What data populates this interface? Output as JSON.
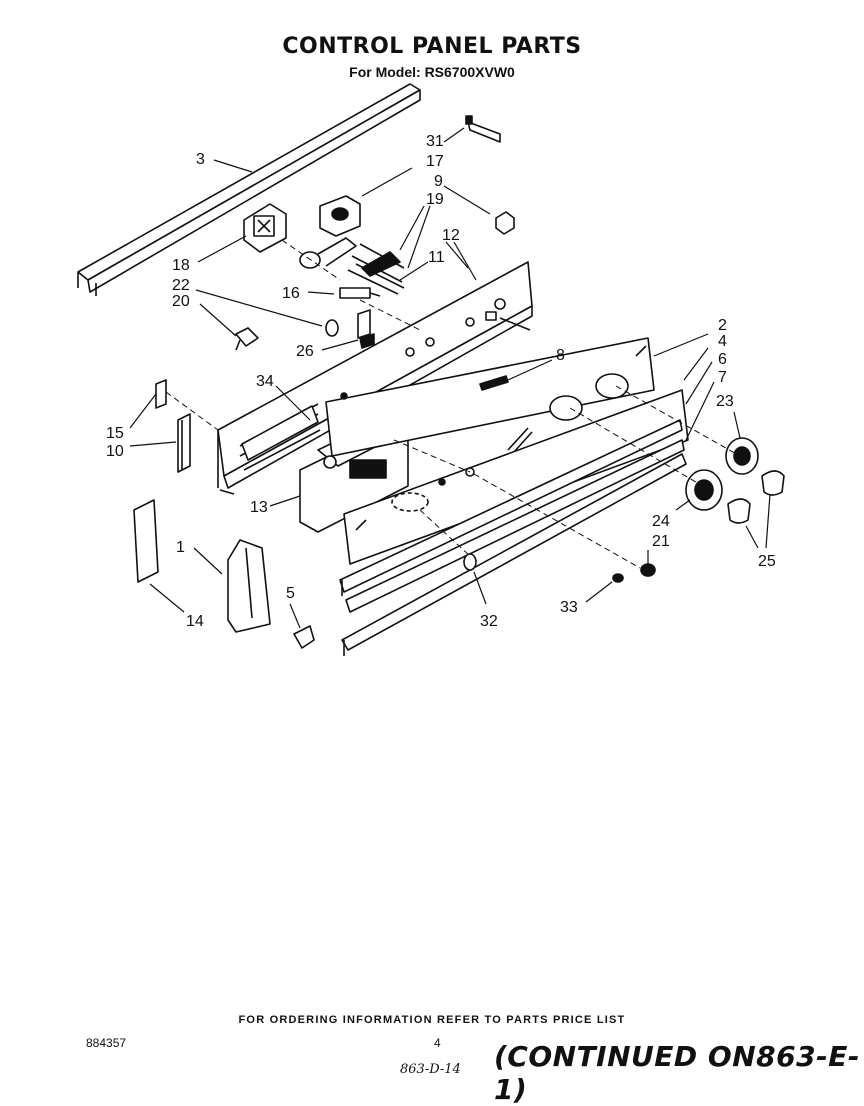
{
  "header": {
    "title": "CONTROL PANEL PARTS",
    "model_line": "For Model: RS6700XVW0"
  },
  "footer": {
    "ordering_note": "FOR ORDERING INFORMATION REFER TO PARTS PRICE LIST",
    "document_number": "884357",
    "page_number": "4",
    "handwritten_code": "863-D-14",
    "continued_note": "(CONTINUED ON863-E-1)"
  },
  "callouts": {
    "c1": "1",
    "c2": "2",
    "c3": "3",
    "c4": "4",
    "c5": "5",
    "c6": "6",
    "c7": "7",
    "c8": "8",
    "c9": "9",
    "c10": "10",
    "c11": "11",
    "c12": "12",
    "c13": "13",
    "c14": "14",
    "c15": "15",
    "c16": "16",
    "c17": "17",
    "c18": "18",
    "c19": "19",
    "c20": "20",
    "c21": "21",
    "c22": "22",
    "c23": "23",
    "c24": "24",
    "c25": "25",
    "c26": "26",
    "c31": "31",
    "c32": "32",
    "c33": "33",
    "c34": "34"
  },
  "colors": {
    "ink": "#111111",
    "paper": "#ffffff"
  }
}
